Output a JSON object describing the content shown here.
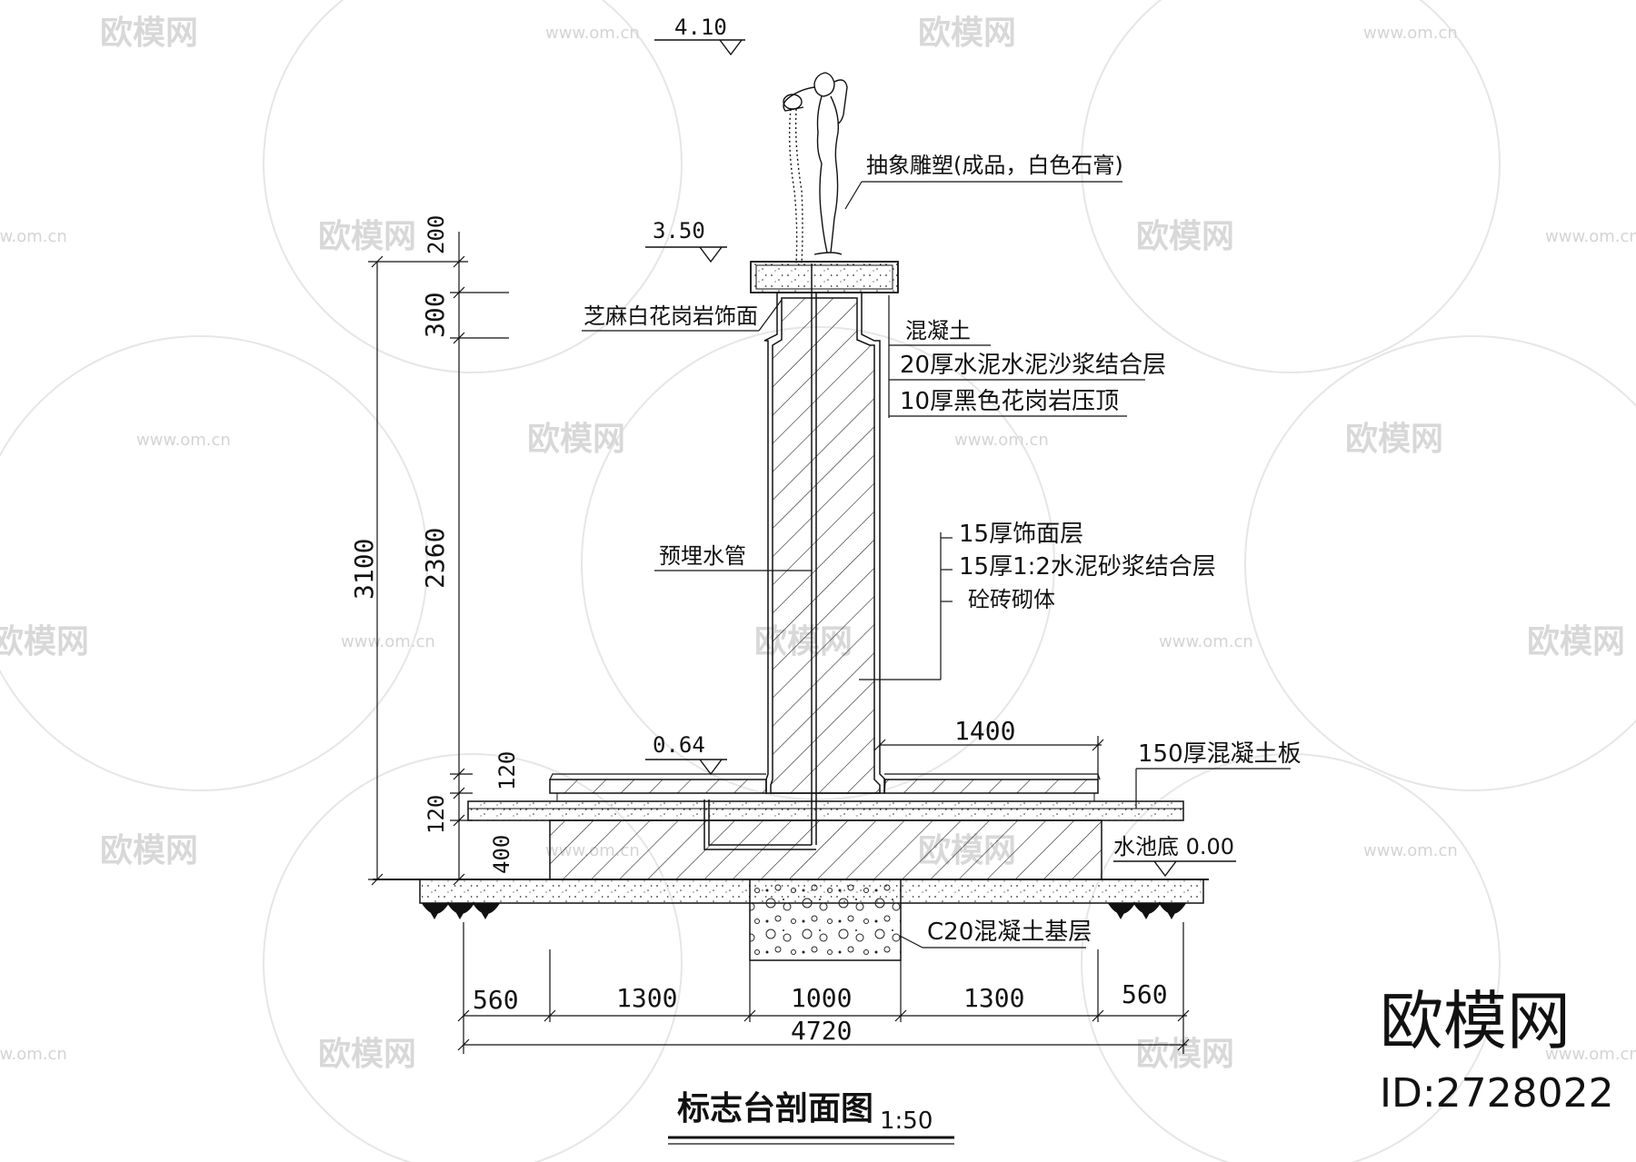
{
  "title": "标志台剖面图",
  "scale": "1:50",
  "levels": {
    "top": "4.10",
    "cap": "3.50",
    "step": "0.64",
    "pool_bottom": "水池底 0.00"
  },
  "labels": {
    "sculpture": "抽象雕塑(成品，白色石膏)",
    "granite_face": "芝麻白花岗岩饰面",
    "concrete": "混凝土",
    "mortar_20": "20厚水泥水泥沙浆结合层",
    "black_granite": "10厚黑色花岗岩压顶",
    "water_pipe": "预埋水管",
    "finish_15": "15厚饰面层",
    "mortar_15": "15厚1:2水泥砂浆结合层",
    "brick": "砼砖砌体",
    "slab_150": "150厚混凝土板",
    "base_c20": "C20混凝土基层"
  },
  "dims": {
    "left_total": "3100",
    "left_200": "200",
    "left_300": "300",
    "left_2360": "2360",
    "left_120a": "120",
    "left_120b": "120",
    "left_400": "400",
    "right_1400": "1400",
    "bottom": [
      "560",
      "1300",
      "1000",
      "1300",
      "560"
    ],
    "bottom_total": "4720"
  },
  "watermark": {
    "brand": "欧模网",
    "url": "www.om.cn",
    "id": "ID:2728022"
  }
}
